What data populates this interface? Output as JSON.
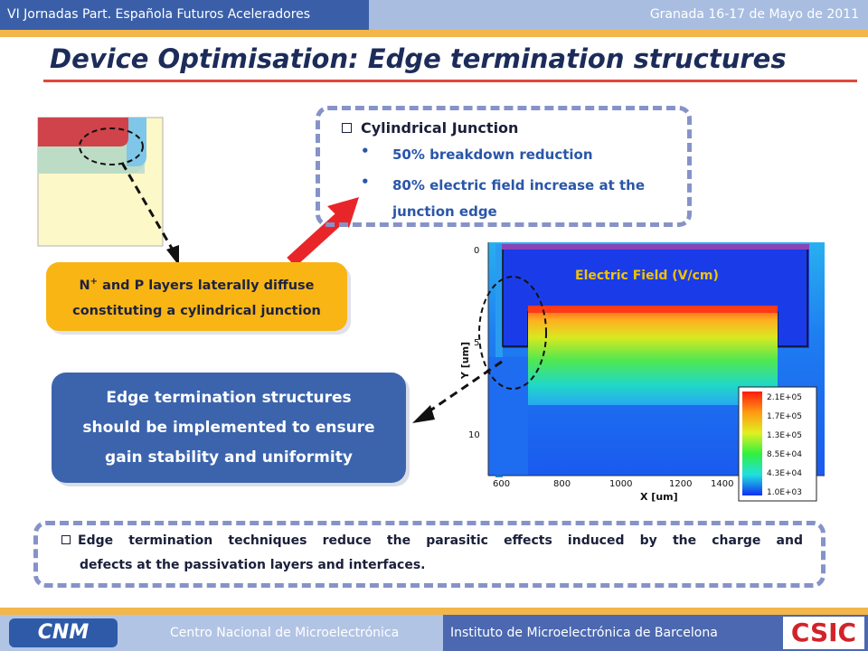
{
  "header": {
    "left": "VI Jornadas Part. Española Futuros Aceleradores",
    "right": "Granada 16-17 de Mayo de 2011"
  },
  "title": "Device Optimisation: Edge termination structures",
  "cylindrical": {
    "heading": "Cylindrical Junction",
    "bullets": [
      "50% breakdown reduction",
      "80% electric field increase at the",
      "junction edge"
    ]
  },
  "orange_box": {
    "line1_a": "N",
    "line1_sup": "+",
    "line1_b": " and P layers laterally diffuse",
    "line2": "constituting a cylindrical junction"
  },
  "blue_box": {
    "lines": [
      "Edge termination structures",
      "should be implemented to ensure",
      "gain stability and uniformity"
    ]
  },
  "plot": {
    "label": "Electric Field (V/cm)",
    "y_label": "Y [um]",
    "x_label": "X [um]",
    "x_ticks": [
      "600",
      "800",
      "1000",
      "1200",
      "1400"
    ],
    "y_ticks": [
      "0",
      "5",
      "10"
    ],
    "legend": [
      "2.1E+05",
      "1.7E+05",
      "1.3E+05",
      "8.5E+04",
      "4.3E+04",
      "1.0E+03"
    ]
  },
  "bottom_note": {
    "line1": "Edge termination techniques reduce the parasitic effects induced by the charge and",
    "line2": "defects at the passivation layers and interfaces."
  },
  "footer": {
    "left": "Centro Nacional de Microelectrónica",
    "right": "Instituto de Microelectrónica de Barcelona",
    "logo_left": "CNM",
    "logo_right": "CSIC"
  }
}
